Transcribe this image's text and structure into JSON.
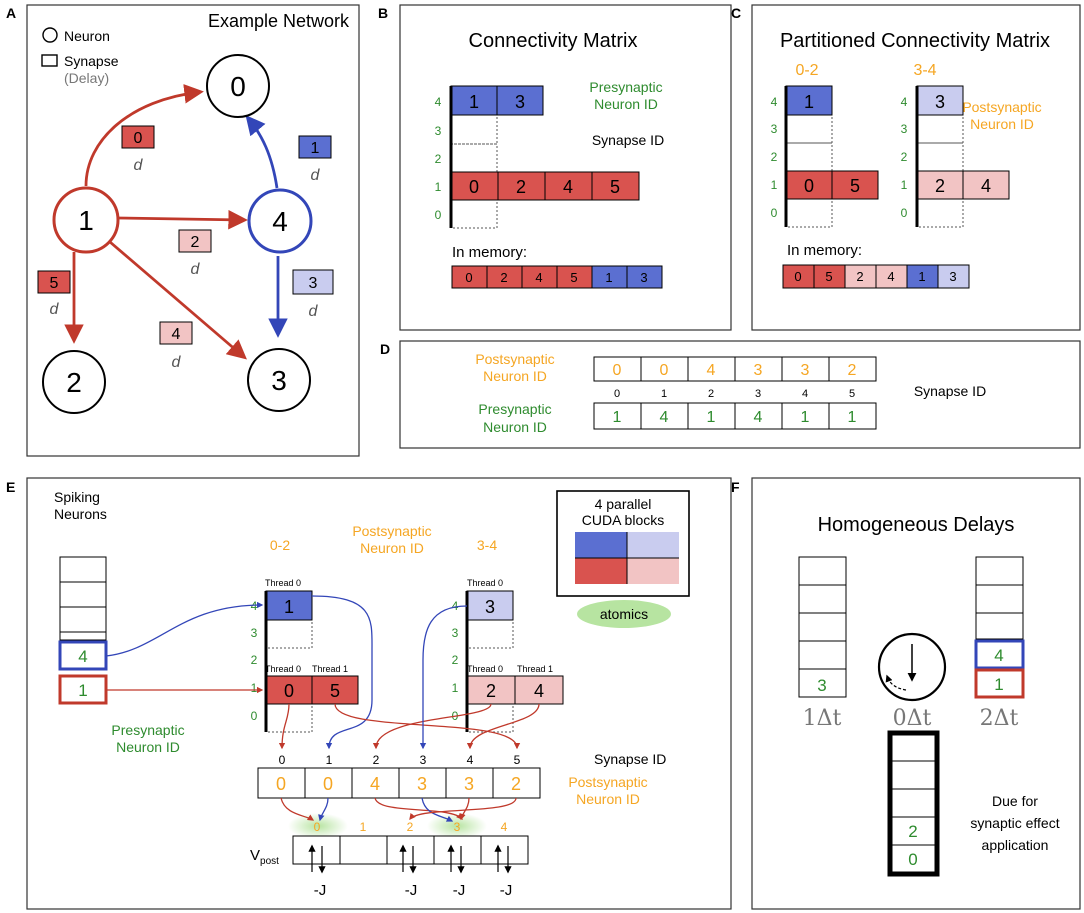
{
  "colors": {
    "red": "#d9534f",
    "red_light": "#f2c4c4",
    "blue": "#5b6fd1",
    "blue_light": "#c9ccef",
    "red_dark_arrow": "#c0392b",
    "blue_arrow": "#3346b8",
    "green_text": "#2e8b2e",
    "orange_text": "#f5a623",
    "grey_text": "#777777",
    "glow": "#b7e4a1"
  },
  "panels": {
    "A": {
      "letter": "A",
      "title": "Example Network",
      "legend_neuron": "Neuron",
      "legend_synapse": "Synapse",
      "legend_delay": "(Delay)",
      "neurons": [
        "0",
        "1",
        "2",
        "3",
        "4"
      ],
      "synapses": [
        "0",
        "1",
        "2",
        "3",
        "4",
        "5"
      ],
      "delay_symbol": "d"
    },
    "B": {
      "letter": "B",
      "title": "Connectivity Matrix",
      "presynaptic_label_1": "Presynaptic",
      "presynaptic_label_2": "Neuron ID",
      "synapse_id_label": "Synapse ID",
      "row_labels": [
        "4",
        "3",
        "2",
        "1",
        "0"
      ],
      "row4_cells": [
        "1",
        "3"
      ],
      "row1_cells": [
        "0",
        "2",
        "4",
        "5"
      ],
      "in_memory_label": "In memory:",
      "memory": [
        "0",
        "2",
        "4",
        "5",
        "1",
        "3"
      ]
    },
    "C": {
      "letter": "C",
      "title": "Partitioned Connectivity Matrix",
      "group_left": "0-2",
      "group_right": "3-4",
      "postsynaptic_label_1": "Postsynaptic",
      "postsynaptic_label_2": "Neuron ID",
      "row_labels": [
        "4",
        "3",
        "2",
        "1",
        "0"
      ],
      "left_row4": [
        "1"
      ],
      "left_row1": [
        "0",
        "5"
      ],
      "right_row4": [
        "3"
      ],
      "right_row1": [
        "2",
        "4"
      ],
      "in_memory_label": "In memory:",
      "memory": [
        "0",
        "5",
        "2",
        "4",
        "1",
        "3"
      ]
    },
    "D": {
      "letter": "D",
      "postsynaptic_label_1": "Postsynaptic",
      "postsynaptic_label_2": "Neuron ID",
      "presynaptic_label_1": "Presynaptic",
      "presynaptic_label_2": "Neuron ID",
      "synapse_id_label": "Synapse ID",
      "postsynaptic": [
        "0",
        "0",
        "4",
        "3",
        "3",
        "2"
      ],
      "synapse_ids": [
        "0",
        "1",
        "2",
        "3",
        "4",
        "5"
      ],
      "presynaptic": [
        "1",
        "4",
        "1",
        "4",
        "1",
        "1"
      ]
    },
    "E": {
      "letter": "E",
      "spiking_label_1": "Spiking",
      "spiking_label_2": "Neurons",
      "spiking_values": [
        "4",
        "1"
      ],
      "presynaptic_label_1": "Presynaptic",
      "presynaptic_label_2": "Neuron ID",
      "group_left": "0-2",
      "group_right": "3-4",
      "postsynaptic_top_1": "Postsynaptic",
      "postsynaptic_top_2": "Neuron ID",
      "thread0": "Thread 0",
      "thread1": "Thread 1",
      "row_labels": [
        "4",
        "3",
        "2",
        "1",
        "0"
      ],
      "left_row4": [
        "1"
      ],
      "left_row1": [
        "0",
        "5"
      ],
      "right_row4": [
        "3"
      ],
      "right_row1": [
        "2",
        "4"
      ],
      "cuda_label_1": "4 parallel",
      "cuda_label_2": "CUDA blocks",
      "atomics": "atomics",
      "synapse_ids": [
        "0",
        "1",
        "2",
        "3",
        "4",
        "5"
      ],
      "synapse_id_label": "Synapse ID",
      "postsynaptic": [
        "0",
        "0",
        "4",
        "3",
        "3",
        "2"
      ],
      "postsynaptic_side_1": "Postsynaptic",
      "postsynaptic_side_2": "Neuron ID",
      "vpost_ids": [
        "0",
        "1",
        "2",
        "3",
        "4"
      ],
      "vpost_label": "V",
      "vpost_sub": "post",
      "minus_j": "-J"
    },
    "F": {
      "letter": "F",
      "title": "Homogeneous Delays",
      "buffer_left_value": "3",
      "buffer_left_label": "1Δt",
      "clock_label": "0Δt",
      "buffer_right_values": [
        "4",
        "1"
      ],
      "buffer_right_label": "2Δt",
      "due_values": [
        "2",
        "0"
      ],
      "due_label_1": "Due for",
      "due_label_2": "synaptic effect",
      "due_label_3": "application"
    }
  }
}
